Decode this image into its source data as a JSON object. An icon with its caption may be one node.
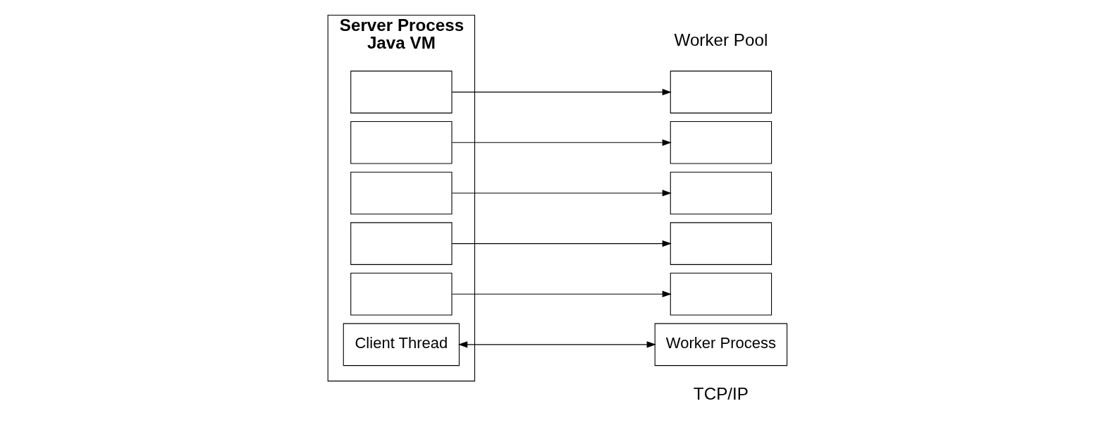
{
  "diagram": {
    "nodes": [
      {
        "text": [
          "Server Process",
          "Java VM"
        ]
      },
      {
        "text": [],
        "shape": "box",
        "in": 0
      },
      {
        "text": [],
        "shape": "box",
        "in": 0
      },
      {
        "text": [],
        "shape": "box",
        "in": 0
      },
      {
        "text": [],
        "shape": "box",
        "in": 0
      },
      {
        "text": [],
        "shape": "box",
        "in": 0
      },
      {
        "text": [
          "Client Thread"
        ],
        "in": 0
      },
      {
        "text": [],
        "shape": "box"
      },
      {
        "text": [],
        "shape": "box"
      },
      {
        "text": [],
        "shape": "box"
      },
      {
        "text": [],
        "shape": "box"
      },
      {
        "text": [],
        "shape": "box"
      },
      {
        "text": [
          "Worker Process"
        ]
      }
    ],
    "edges": [
      {
        "from": 1,
        "to": 7,
        "arrow": "to"
      },
      {
        "from": 2,
        "to": 8,
        "arrow": "to"
      },
      {
        "from": 3,
        "to": 9,
        "arrow": "to"
      },
      {
        "from": 4,
        "to": 10,
        "arrow": "to"
      },
      {
        "from": 5,
        "to": 11,
        "arrow": "to"
      },
      {
        "from": 6,
        "to": 12,
        "arrow": "both"
      }
    ],
    "labels": [
      "Worker Pool",
      "TCP/IP"
    ]
  }
}
